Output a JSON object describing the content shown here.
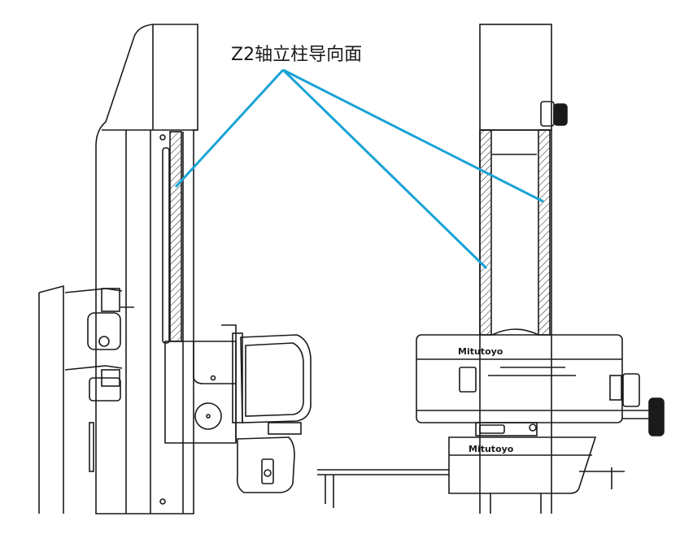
{
  "annotation": {
    "label": "Z2轴立柱导向面",
    "leader_color": "#1aa3d6"
  },
  "brand": {
    "upper_head": "Mitutoyo",
    "lower_head": "Mitutoyo"
  },
  "colors": {
    "line": "#1a1a1a",
    "background": "#ffffff"
  }
}
